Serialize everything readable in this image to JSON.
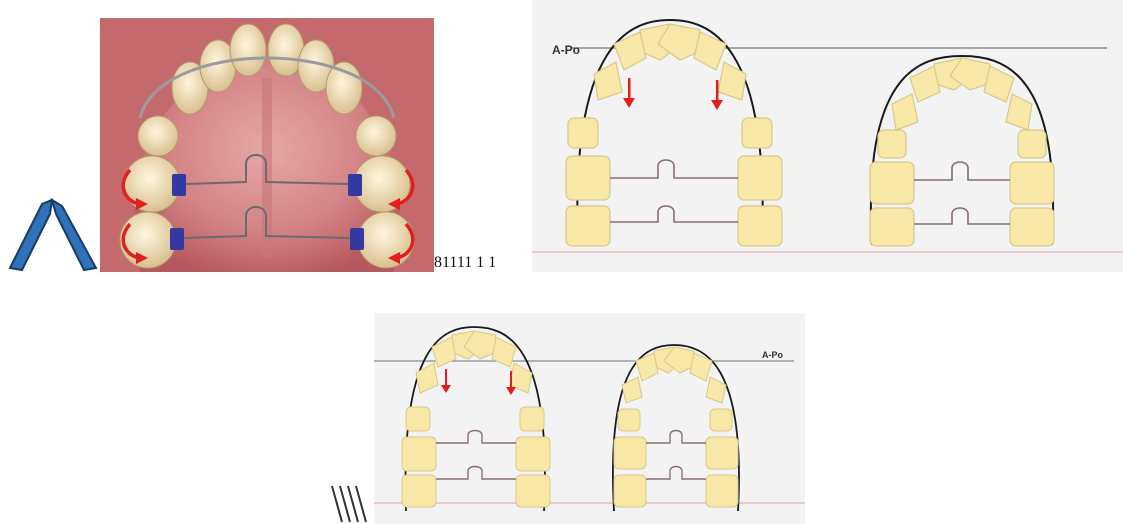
{
  "photo": {
    "caption_text": "81111 1 1"
  },
  "diagram_top": {
    "reference_line_label": "A-Po"
  },
  "diagram_bottom": {
    "reference_line_label": "A-Po"
  },
  "colors": {
    "tooth_fill": "#f7e8a8",
    "tooth_stroke": "#d8c98a",
    "arch_line": "#1a1a1a",
    "arrow_red": "#e21f1f",
    "arrow_blue": "#2f72b8",
    "panel_bg": "#f3f3f3",
    "wire": "#8a6e6e"
  },
  "icons": {
    "rotation_arrow": "curved-red-arrow-icon",
    "movement_arrow": "down-red-arrow-icon",
    "expansion_arrow": "blue-chevron-arrow-icon"
  }
}
